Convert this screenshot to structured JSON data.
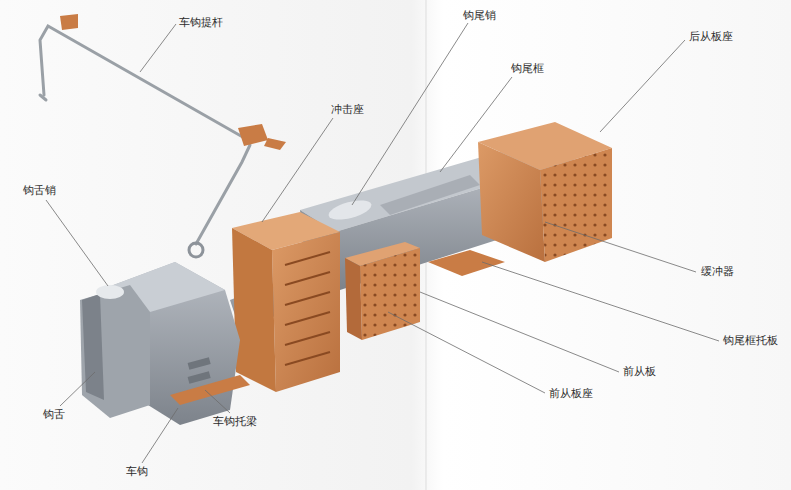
{
  "diagram": {
    "labels": [
      "车钩提杆",
      "钩尾销",
      "后从板座",
      "钩尾框",
      "冲击座",
      "钩舌销",
      "缓冲器",
      "钩尾框托板",
      "前从板",
      "前从板座",
      "钩舌",
      "车钩托梁",
      "车钩"
    ]
  }
}
